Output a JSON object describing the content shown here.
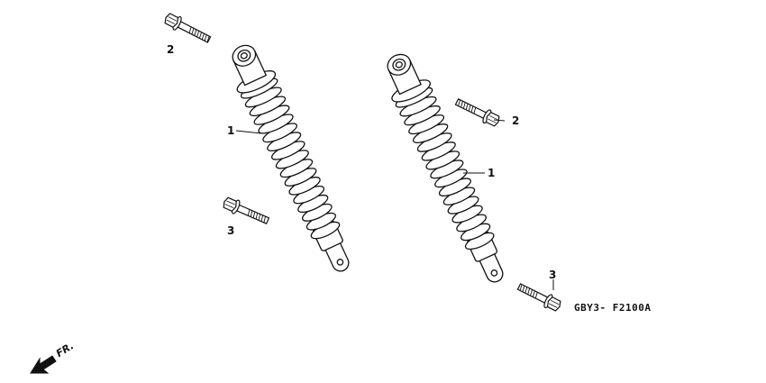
{
  "callouts": {
    "left_shock": "1",
    "right_shock": "1",
    "upper_bolt_left": "2",
    "upper_bolt_right": "2",
    "lower_bolt_left": "3",
    "lower_bolt_right": "3"
  },
  "diagram_code": "GBY3- F2100A",
  "front_marker": "FR.",
  "colors": {
    "line": "#111111",
    "fill": "#ffffff"
  }
}
